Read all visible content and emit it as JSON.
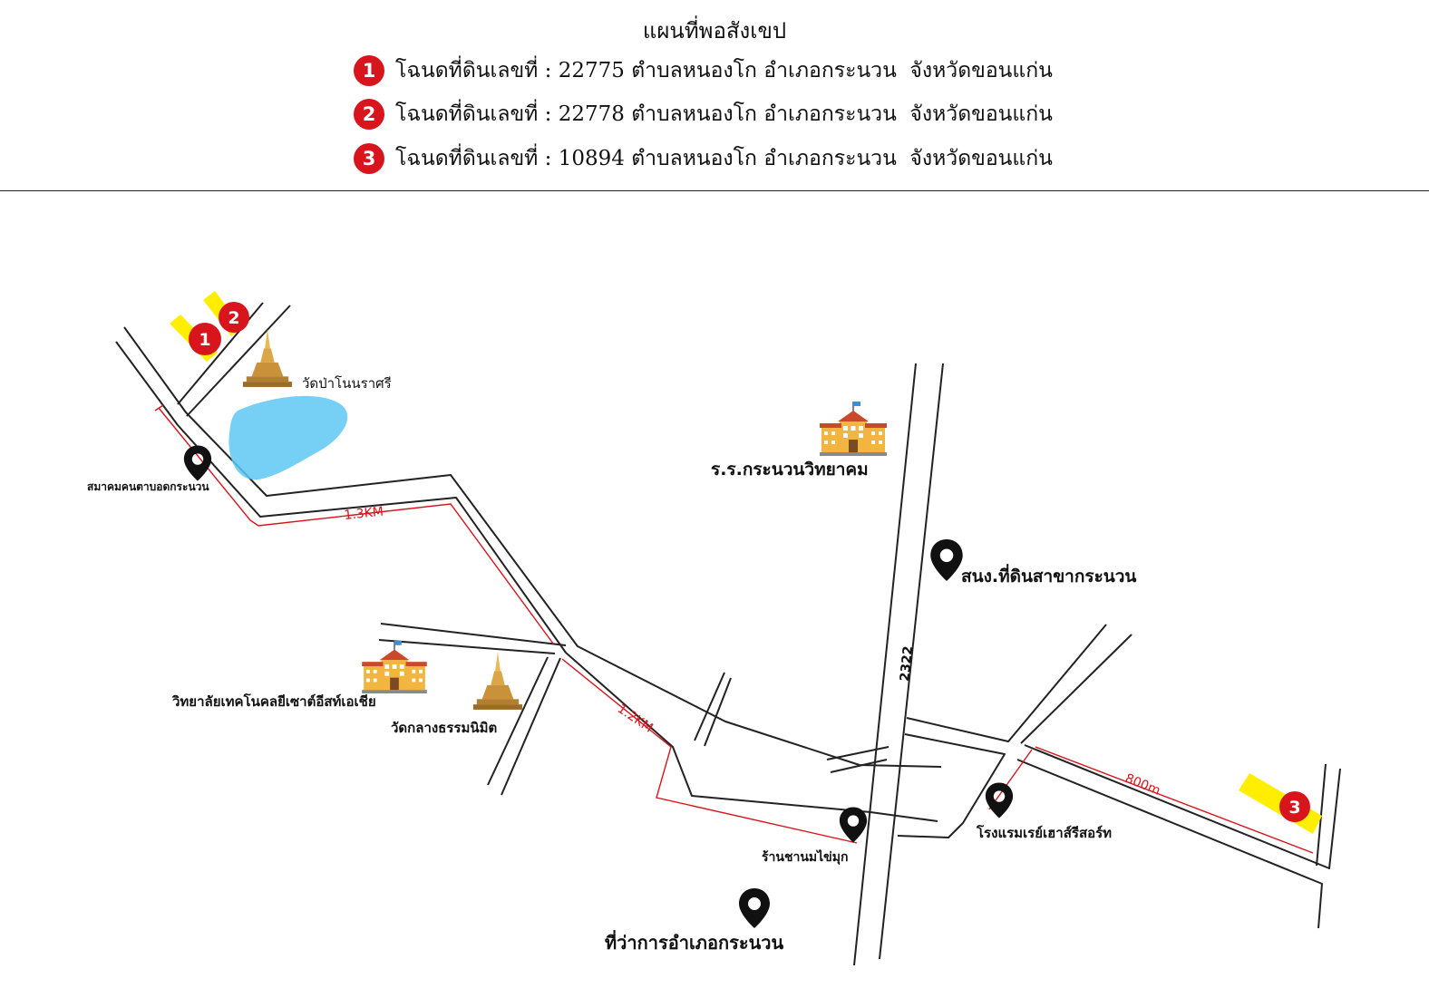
{
  "header": {
    "title": "แผนที่พอสังเขป",
    "deeds": [
      {
        "num": "1",
        "text": "โฉนดที่ดินเลขที่ : 22775 ตำบลหนองโก อำเภอกระนวน  จังหวัดขอนแก่น"
      },
      {
        "num": "2",
        "text": "โฉนดที่ดินเลขที่ : 22778 ตำบลหนองโก อำเภอกระนวน  จังหวัดขอนแก่น"
      },
      {
        "num": "3",
        "text": "โฉนดที่ดินเลขที่ : 10894 ตำบลหนองโก อำเภอกระนวน  จังหวัดขอนแก่น"
      }
    ]
  },
  "map": {
    "places": {
      "temple_north": "วัดป่าโนนราศรี",
      "association": "สมาคมคนตาบอดกระนวน",
      "school": "ร.ร.กระนวนวิทยาคม",
      "land_office": "สนง.ที่ดินสาขากระนวน",
      "college": "วิทยาลัยเทคโนคลยีเซาต์อีสท์เอเชีย",
      "temple_mid": "วัดกลางธรรมนิมิต",
      "tea_shop": "ร้านชานมไข่มุก",
      "hotel": "โรงแรมเรย์เฮาส์รีสอร์ท",
      "district_office": "ที่ว่าการอำเภอกระนวน"
    },
    "road_number": "2322",
    "distances": {
      "first": "1.3KM",
      "second": "1.2KM",
      "third": "800m"
    },
    "plot_numbers": [
      "1",
      "2",
      "3"
    ],
    "colors": {
      "badge": "#d8141c",
      "plot": "#ffee00",
      "pond": "#5ec8f5",
      "distance": "#d8141c",
      "road": "#222222",
      "gold": "#d9a441"
    }
  }
}
